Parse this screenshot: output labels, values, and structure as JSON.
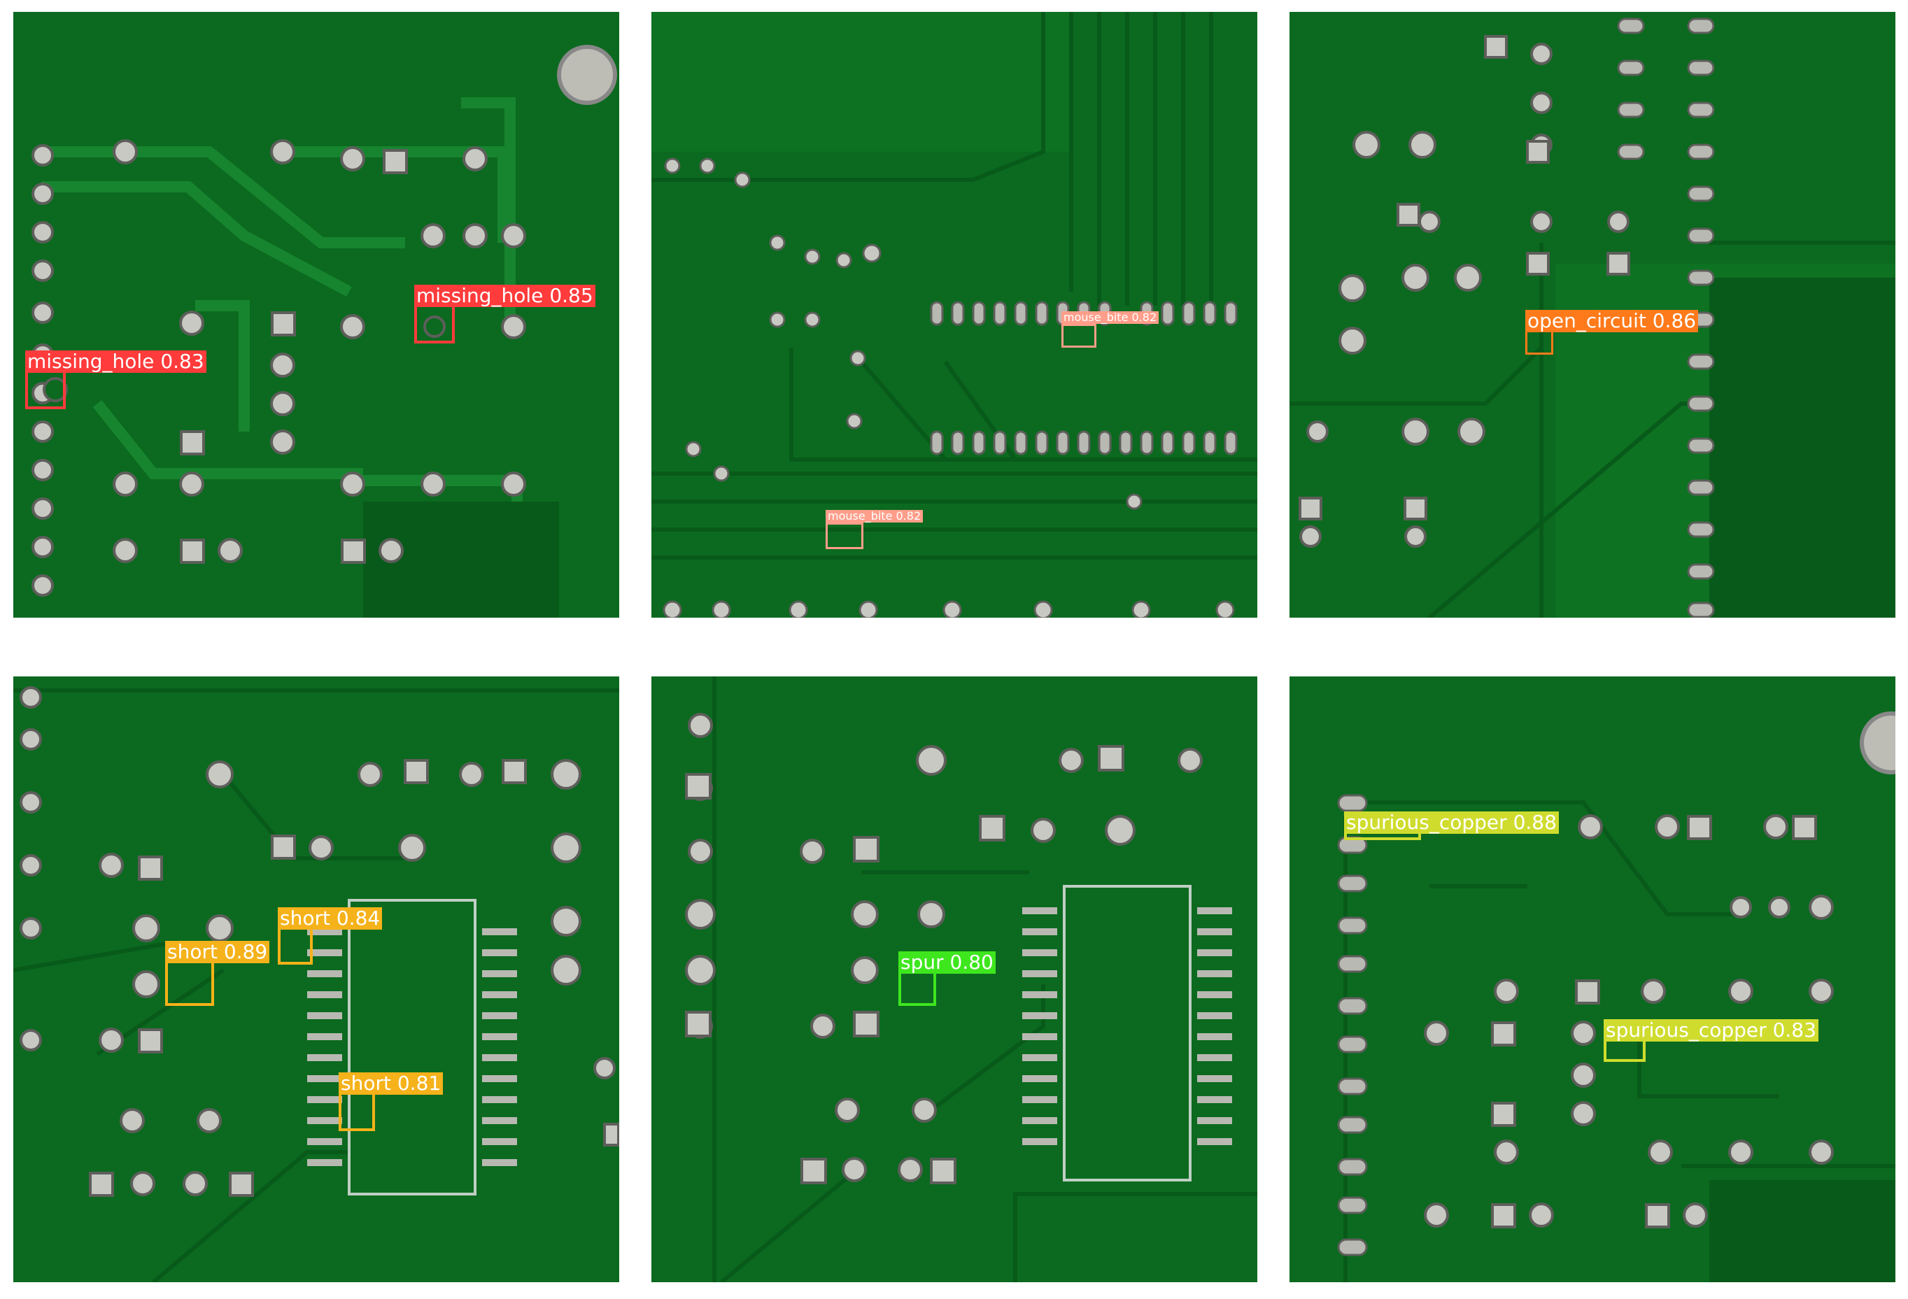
{
  "panels": [
    {
      "id": "p1",
      "detections": [
        {
          "label": "missing_hole 0.83",
          "class": "missing_hole",
          "confidence": 0.83,
          "color": "#ff3b3b"
        },
        {
          "label": "missing_hole 0.85",
          "class": "missing_hole",
          "confidence": 0.85,
          "color": "#ff3b3b"
        }
      ]
    },
    {
      "id": "p2",
      "detections": [
        {
          "label": "mouse_bite 0.82",
          "class": "mouse_bite",
          "confidence": 0.82,
          "color": "#ff9e8a"
        },
        {
          "label": "mouse_bite 0.82",
          "class": "mouse_bite",
          "confidence": 0.82,
          "color": "#ff9e8a"
        }
      ]
    },
    {
      "id": "p3",
      "detections": [
        {
          "label": "open_circuit 0.86",
          "class": "open_circuit",
          "confidence": 0.86,
          "color": "#ff7a1a"
        }
      ]
    },
    {
      "id": "p4",
      "detections": [
        {
          "label": "short 0.89",
          "class": "short",
          "confidence": 0.89,
          "color": "#f5b21a"
        },
        {
          "label": "short 0.84",
          "class": "short",
          "confidence": 0.84,
          "color": "#f5b21a"
        },
        {
          "label": "short 0.81",
          "class": "short",
          "confidence": 0.81,
          "color": "#f5b21a"
        }
      ]
    },
    {
      "id": "p5",
      "detections": [
        {
          "label": "spur 0.80",
          "class": "spur",
          "confidence": 0.8,
          "color": "#3ee61e"
        }
      ]
    },
    {
      "id": "p6",
      "detections": [
        {
          "label": "spurious_copper 0.88",
          "class": "spurious_copper",
          "confidence": 0.88,
          "color": "#cfdc2e"
        },
        {
          "label": "spurious_copper 0.83",
          "class": "spurious_copper",
          "confidence": 0.83,
          "color": "#cfdc2e"
        }
      ]
    }
  ],
  "board_colors": {
    "substrate": "#0b6a1f",
    "trace": "#16802c",
    "trace_edge": "#07501a",
    "pad": "#c9c9c4",
    "pad_dark": "#7c7c78"
  }
}
